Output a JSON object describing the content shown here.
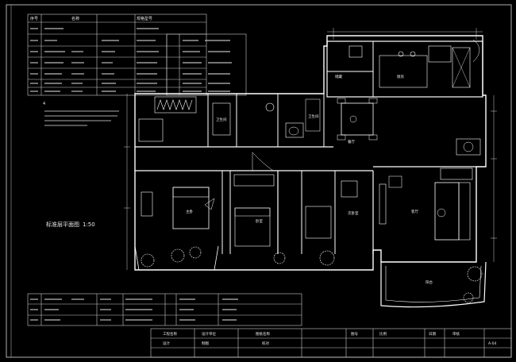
{
  "drawing": {
    "title": "标准层平面图",
    "scale": "1:50"
  },
  "legend_top": {
    "header": [
      "序号",
      "名称",
      "规格型号"
    ],
    "rows": [
      {
        "col1": "",
        "col2": "",
        "col3": "",
        "col4": ""
      },
      {
        "col1": "",
        "col2": "",
        "col3": "",
        "col4": ""
      },
      {
        "col1": "",
        "col2": "",
        "col3": "",
        "col4": ""
      },
      {
        "col1": "",
        "col2": "",
        "col3": "",
        "col4": ""
      },
      {
        "col1": "",
        "col2": "",
        "col3": "",
        "col4": ""
      },
      {
        "col1": "",
        "col2": "",
        "col3": "",
        "col4": ""
      }
    ]
  },
  "legend_bottom": {
    "rows": [
      {
        "col1": "",
        "col2": "",
        "col3": "",
        "col4": ""
      },
      {
        "col1": "",
        "col2": "",
        "col3": "",
        "col4": ""
      },
      {
        "col1": "",
        "col2": "",
        "col3": "",
        "col4": ""
      }
    ]
  },
  "notes": {
    "label": "4"
  },
  "rooms": {
    "kitchen": "厨房",
    "dining": "餐厅",
    "master_bedroom": "主卧",
    "bedroom2": "卧室",
    "bedroom3": "次卧室",
    "living": "客厅",
    "balcony": "阳台",
    "bath1": "卫生间",
    "bath2": "卫生间",
    "storage": "储藏"
  },
  "title_block": {
    "labels": [
      "工程名称",
      "设计单位",
      "图纸名称",
      "图号",
      "比例",
      "日期",
      "审核",
      "设计",
      "制图",
      "校对"
    ],
    "sheet_no": "A-04"
  },
  "colors": {
    "background": "#000000",
    "lines": "#ffffff",
    "text": "#e8e8e8"
  }
}
